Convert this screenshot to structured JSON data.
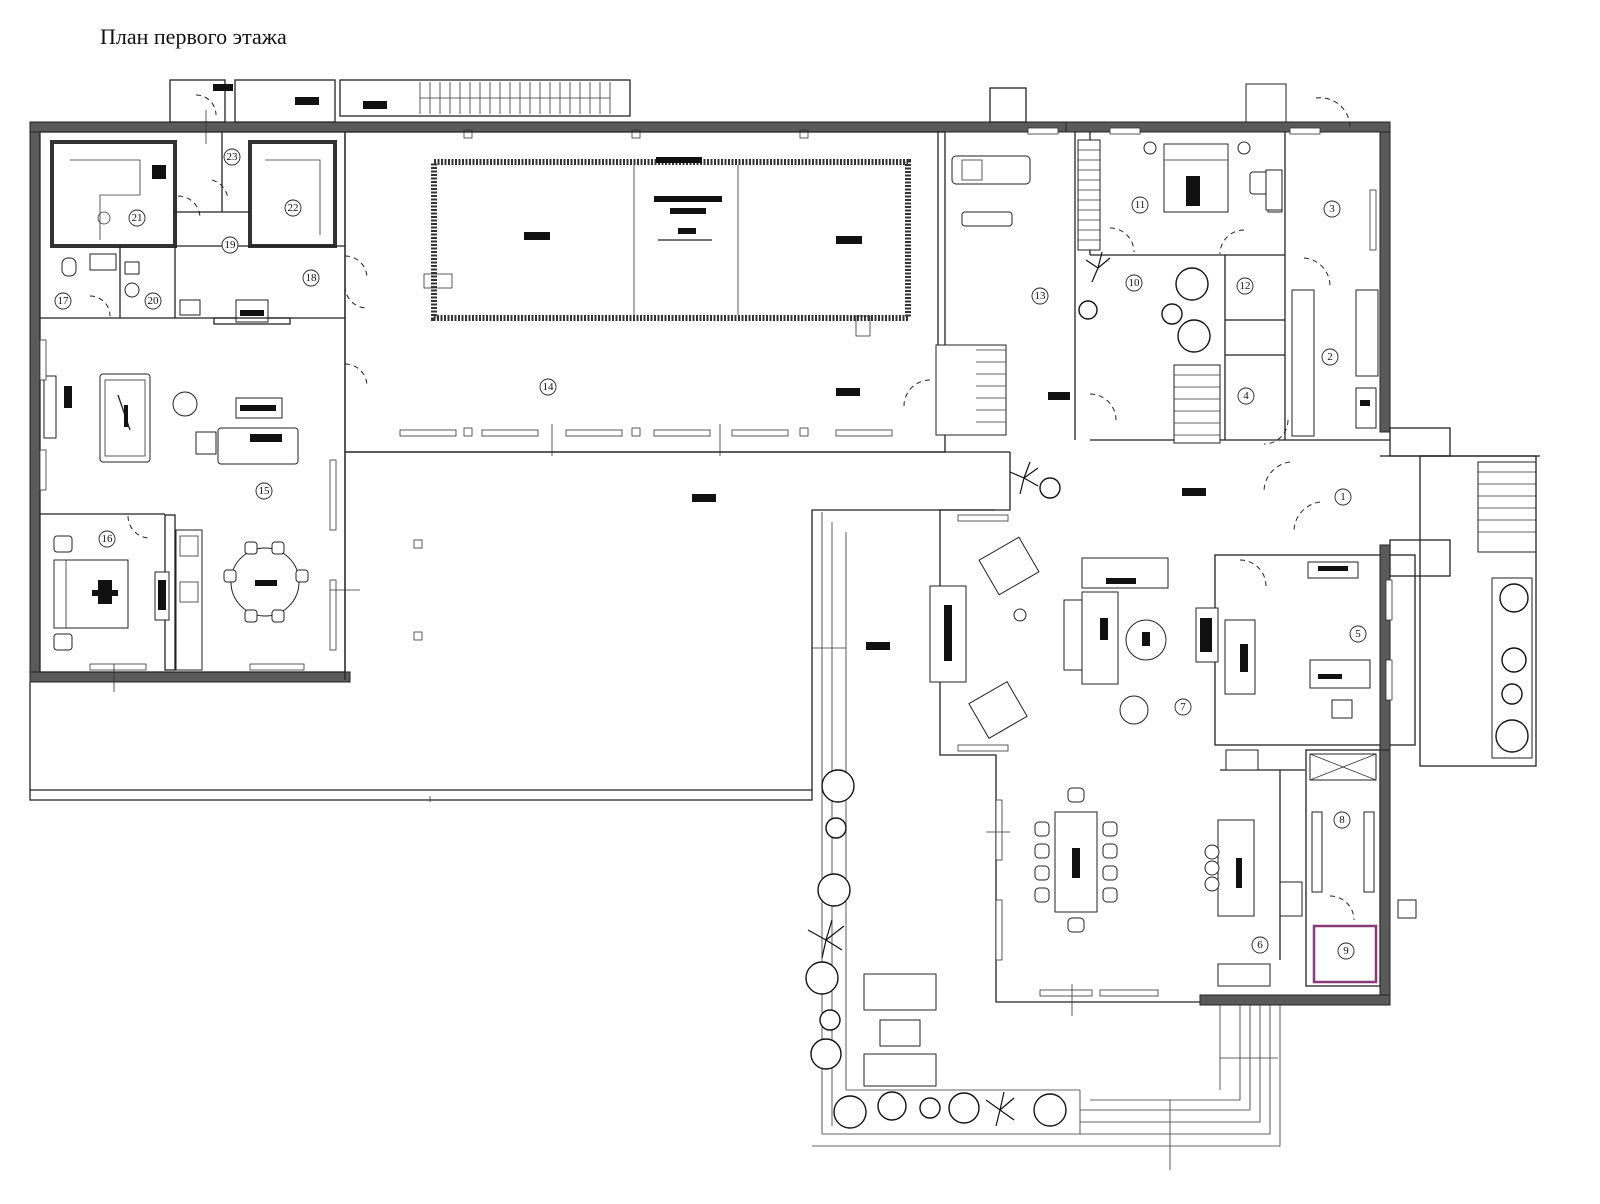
{
  "title": "План первого этажа",
  "rooms": [
    {
      "id": "room-1",
      "label": "1"
    },
    {
      "id": "room-2",
      "label": "2"
    },
    {
      "id": "room-3",
      "label": "3"
    },
    {
      "id": "room-4",
      "label": "4"
    },
    {
      "id": "room-5",
      "label": "5"
    },
    {
      "id": "room-6",
      "label": "6"
    },
    {
      "id": "room-7",
      "label": "7"
    },
    {
      "id": "room-8",
      "label": "8"
    },
    {
      "id": "room-9",
      "label": "9"
    },
    {
      "id": "room-10",
      "label": "10"
    },
    {
      "id": "room-11",
      "label": "11"
    },
    {
      "id": "room-12",
      "label": "12"
    },
    {
      "id": "room-13",
      "label": "13"
    },
    {
      "id": "room-14",
      "label": "14"
    },
    {
      "id": "room-15",
      "label": "15"
    },
    {
      "id": "room-16",
      "label": "16"
    },
    {
      "id": "room-17",
      "label": "17"
    },
    {
      "id": "room-18",
      "label": "18"
    },
    {
      "id": "room-19",
      "label": "19"
    },
    {
      "id": "room-20",
      "label": "20"
    },
    {
      "id": "room-21",
      "label": "21"
    },
    {
      "id": "room-22",
      "label": "22"
    },
    {
      "id": "room-23",
      "label": "23"
    }
  ],
  "colors": {
    "wall": "#5a5a5a",
    "line": "#222222",
    "sauna_outline": "#8a3a7a"
  }
}
